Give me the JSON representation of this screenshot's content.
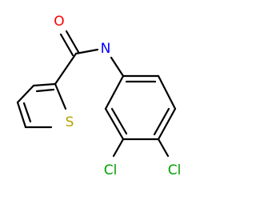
{
  "molecule": {
    "atoms": {
      "oxygen": {
        "label": "O",
        "color": "#ff0000"
      },
      "nitrogen": {
        "label": "N",
        "color": "#0000ff"
      },
      "sulfur": {
        "label": "S",
        "color": "#b8a000"
      },
      "chlorine_meta": {
        "label": "Cl",
        "color": "#00a000"
      },
      "chlorine_para": {
        "label": "Cl",
        "color": "#00a000"
      }
    }
  },
  "colors": {
    "bond": "#000000",
    "background": "#ffffff"
  }
}
